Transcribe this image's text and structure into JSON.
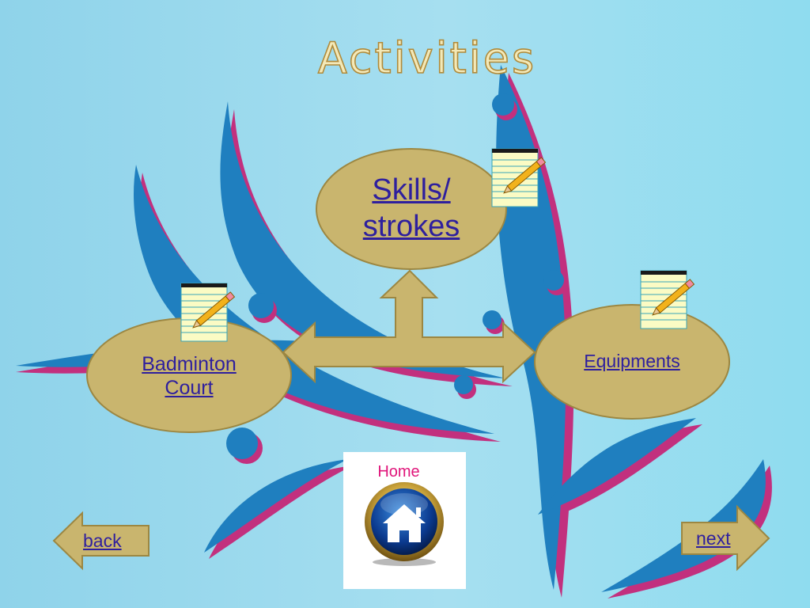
{
  "slide": {
    "title": "Activities",
    "nodes": {
      "skills": "Skills/\nstrokes",
      "court": "Badminton\nCourt",
      "equipment": "Equipments"
    },
    "navigation": {
      "back": "back",
      "next": "next",
      "home": "Home"
    }
  },
  "colors": {
    "background": "#a6dff0",
    "swoosh": "#1f7fbf",
    "swoosh_shadow": "#c2307e",
    "node_fill": "#c9b56e",
    "node_border": "#9c8742",
    "link_text": "#2e1f9e",
    "home_text": "#e0157a"
  },
  "icons": [
    "notepad-pencil-icon",
    "home-icon",
    "back-arrow-icon",
    "next-arrow-icon"
  ]
}
